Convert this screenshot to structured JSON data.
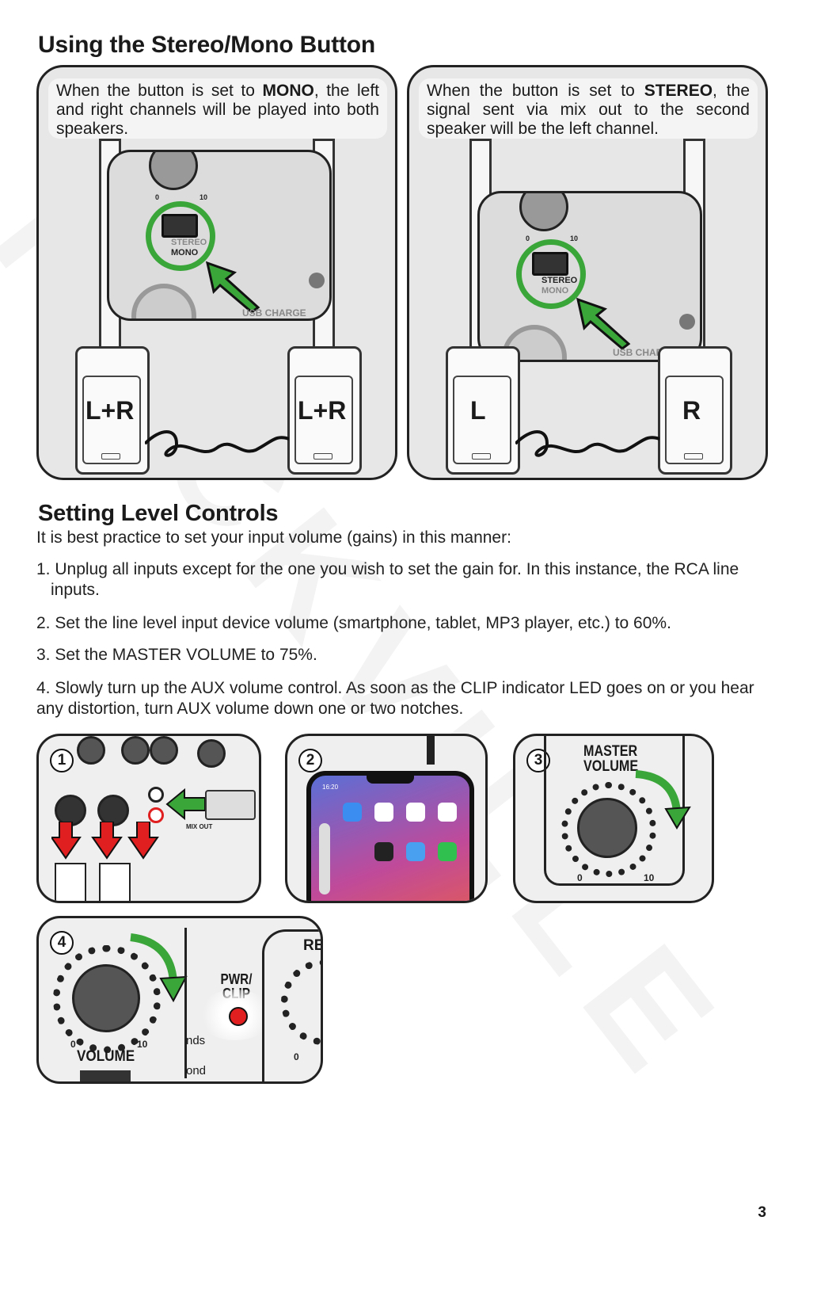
{
  "section1": {
    "title": "Using the Stereo/Mono Button",
    "left_panel": {
      "text_before": "When the button is set to ",
      "emphasis": "MONO",
      "text_after": ", the left and right channels will be played into both speakers.",
      "knob_scale": [
        "0",
        "10"
      ],
      "switch_labels": [
        "STEREO",
        "MONO"
      ],
      "bottom_label": "USB CHARGE",
      "speaker_labels": [
        "L+R",
        "L+R"
      ]
    },
    "right_panel": {
      "text_before": "When the button is set to ",
      "emphasis": "STEREO",
      "text_after": ", the signal sent via mix out to the second speaker will be the left channel.",
      "knob_scale": [
        "0",
        "10"
      ],
      "switch_labels": [
        "STEREO",
        "MONO"
      ],
      "bottom_label": "USB CHARGE",
      "speaker_labels": [
        "L",
        "R"
      ]
    }
  },
  "section2": {
    "title": "Setting Level Controls",
    "intro": "It is best practice to set your input volume (gains) in this manner:",
    "steps": [
      "1. Unplug all inputs except for the one you wish to set the gain for. In this instance, the RCA line inputs.",
      "2. Set the line level input device volume (smartphone, tablet, MP3 player, etc.) to 60%.",
      "3. Set the MASTER VOLUME to 75%.",
      "4. Slowly turn up the AUX volume control. As soon as the CLIP indicator LED goes on or you hear any distortion, turn AUX volume down one or two notches."
    ]
  },
  "figures": {
    "fig1": {
      "number": "1",
      "mix_out": "MIX OUT"
    },
    "fig2": {
      "number": "2",
      "time": "16:20"
    },
    "fig3": {
      "number": "3",
      "label_line1": "MASTER",
      "label_line2": "VOLUME",
      "scale": [
        "0",
        "10"
      ]
    },
    "fig4": {
      "number": "4",
      "label": "VOLUME",
      "indicator_line1": "PWR/",
      "indicator_line2": "CLIP",
      "scale": [
        "0",
        "10"
      ],
      "partial_text": [
        "nds",
        "ond",
        "RE"
      ]
    }
  },
  "page_number": "3",
  "colors": {
    "accent_green": "#3aa63a",
    "arrow_red": "#e02020",
    "panel_bg": "#e7e7e7"
  }
}
